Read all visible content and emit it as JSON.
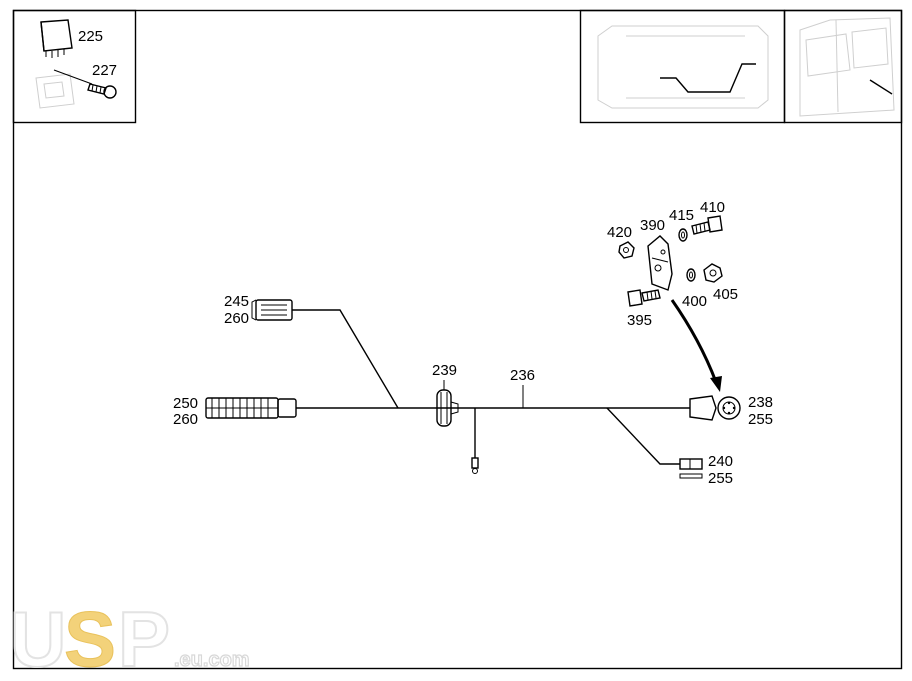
{
  "watermark": {
    "brand_u": "U",
    "brand_s": "S",
    "brand_p": "P",
    "domain": ".eu.com"
  },
  "inset_parts": {
    "relay": "225",
    "screw": "227"
  },
  "parts": {
    "p245": "245",
    "p260a": "260",
    "p250": "250",
    "p260b": "260",
    "p239": "239",
    "p236": "236",
    "p238": "238",
    "p255a": "255",
    "p240": "240",
    "p255b": "255",
    "p420": "420",
    "p390": "390",
    "p415": "415",
    "p410": "410",
    "p400": "400",
    "p405": "405",
    "p395": "395"
  }
}
